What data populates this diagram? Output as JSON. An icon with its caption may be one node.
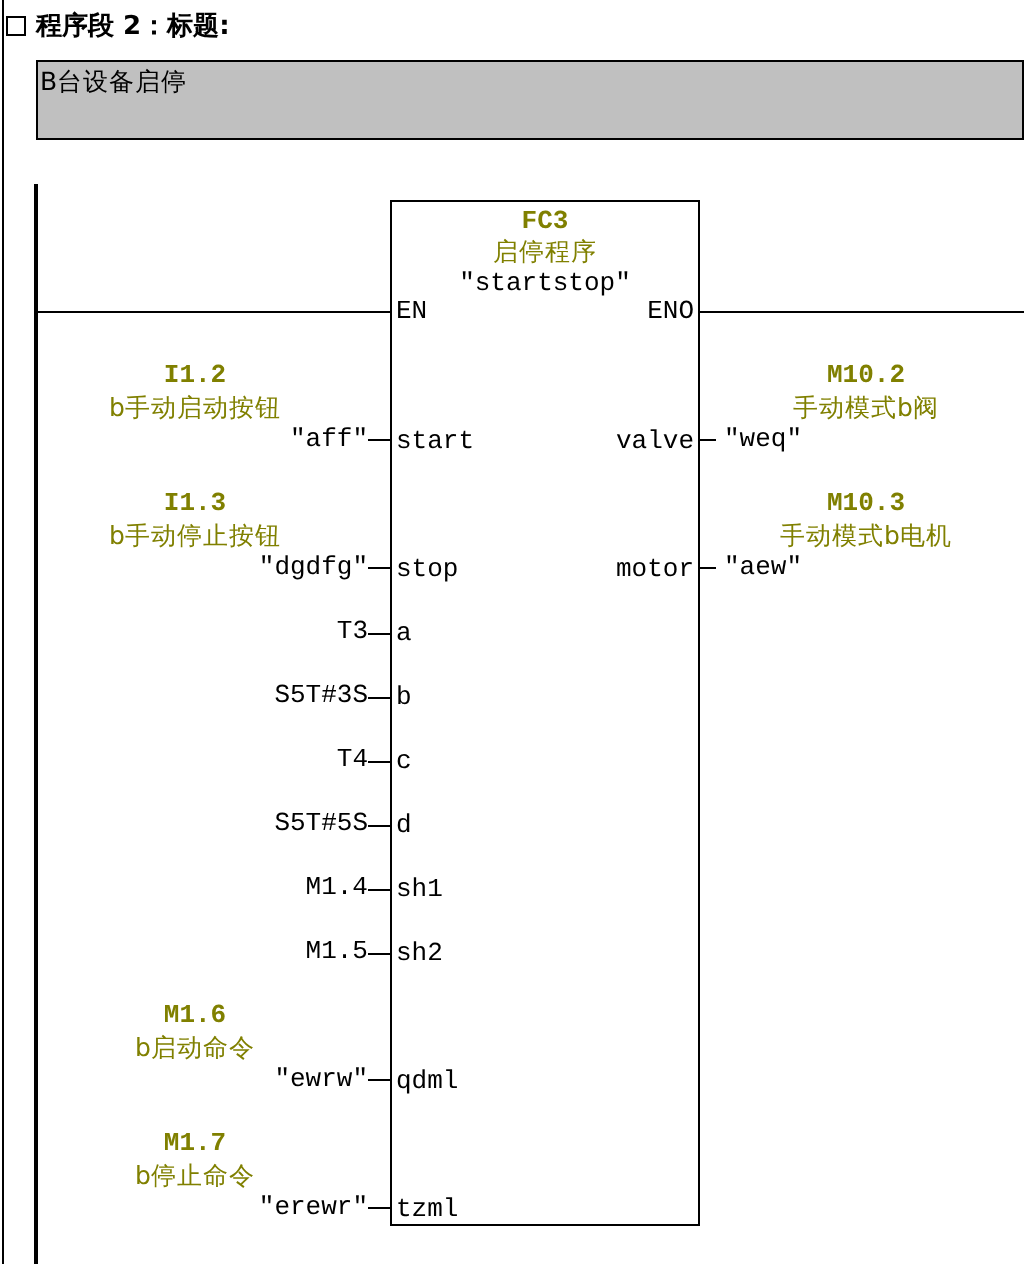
{
  "diagram": {
    "labels": [
      "程序段 2：标题:"
    ],
    "nodes": [
      {
        "text": [
          "B台设备启停"
        ]
      },
      {
        "text": [],
        "shape": "bar"
      },
      {
        "text": [
          "FC3",
          "启停程序",
          "″startstop″"
        ]
      },
      {
        "text": [
          "EN"
        ],
        "in": 2
      },
      {
        "text": [
          "ENO"
        ],
        "in": 2
      },
      {
        "text": [
          "start"
        ],
        "in": 2
      },
      {
        "text": [
          "valve"
        ],
        "in": 2
      },
      {
        "text": [
          "stop"
        ],
        "in": 2
      },
      {
        "text": [
          "motor"
        ],
        "in": 2
      },
      {
        "text": [
          "a"
        ],
        "in": 2
      },
      {
        "text": [
          "b"
        ],
        "in": 2
      },
      {
        "text": [
          "c"
        ],
        "in": 2
      },
      {
        "text": [
          "d"
        ],
        "in": 2
      },
      {
        "text": [
          "sh1"
        ],
        "in": 2
      },
      {
        "text": [
          "sh2"
        ],
        "in": 2
      },
      {
        "text": [
          "qdml"
        ],
        "in": 2
      },
      {
        "text": [
          "tzml"
        ],
        "in": 2
      },
      {
        "text": [
          "I1.2",
          "b手动启动按钮",
          "″aff″"
        ]
      },
      {
        "text": [
          "M10.2",
          "手动模式b阀",
          "″weq″"
        ]
      },
      {
        "text": [
          "I1.3",
          "b手动停止按钮",
          "″dgdfg″"
        ]
      },
      {
        "text": [
          "M10.3",
          "手动模式b电机",
          "″aew″"
        ]
      },
      {
        "text": [
          "T3"
        ]
      },
      {
        "text": [
          "S5T#3S"
        ]
      },
      {
        "text": [
          "T4"
        ]
      },
      {
        "text": [
          "S5T#5S"
        ]
      },
      {
        "text": [
          "M1.4"
        ]
      },
      {
        "text": [
          "M1.5"
        ]
      },
      {
        "text": [
          "M1.6",
          "b启动命令",
          "″ewrw″"
        ]
      },
      {
        "text": [
          "M1.7",
          "b停止命令",
          "″erewr″"
        ]
      }
    ],
    "edges": [
      {
        "from": 1,
        "to": 3,
        "arrow": "none"
      },
      {
        "from": 4,
        "to": null,
        "arrow": "none"
      },
      {
        "from": 17,
        "to": 5,
        "arrow": "none"
      },
      {
        "from": 6,
        "to": 18,
        "arrow": "none"
      },
      {
        "from": 19,
        "to": 7,
        "arrow": "none"
      },
      {
        "from": 8,
        "to": 20,
        "arrow": "none"
      },
      {
        "from": 21,
        "to": 9,
        "arrow": "none"
      },
      {
        "from": 22,
        "to": 10,
        "arrow": "none"
      },
      {
        "from": 23,
        "to": 11,
        "arrow": "none"
      },
      {
        "from": 24,
        "to": 12,
        "arrow": "none"
      },
      {
        "from": 25,
        "to": 13,
        "arrow": "none"
      },
      {
        "from": 26,
        "to": 14,
        "arrow": "none"
      },
      {
        "from": 27,
        "to": 15,
        "arrow": "none"
      },
      {
        "from": 28,
        "to": 16,
        "arrow": "none"
      }
    ]
  }
}
